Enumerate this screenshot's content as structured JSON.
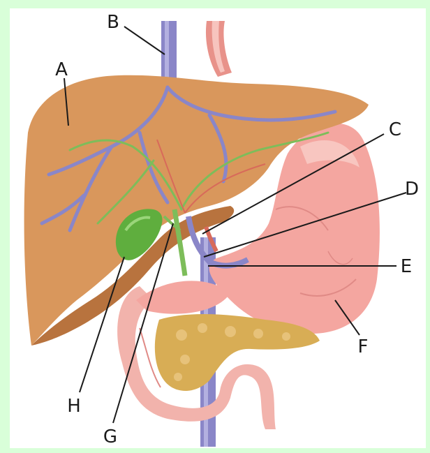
{
  "figure": {
    "labels": {
      "A": "A",
      "B": "B",
      "C": "C",
      "D": "D",
      "E": "E",
      "F": "F",
      "G": "G",
      "H": "H"
    }
  },
  "colors": {
    "page_background": "#d9ffd9",
    "panel_background": "#ffffff",
    "liver": "#d9975c",
    "liver_shadow": "#b8733e",
    "stomach": "#f4a6a0",
    "stomach_dark": "#e08a86",
    "intestine": "#f2b3ac",
    "pancreas": "#d8ad55",
    "gallbladder": "#5fae3e",
    "vein": "#8a86c8",
    "artery": "#d86a5a",
    "bile_duct": "#7dbd5a"
  }
}
